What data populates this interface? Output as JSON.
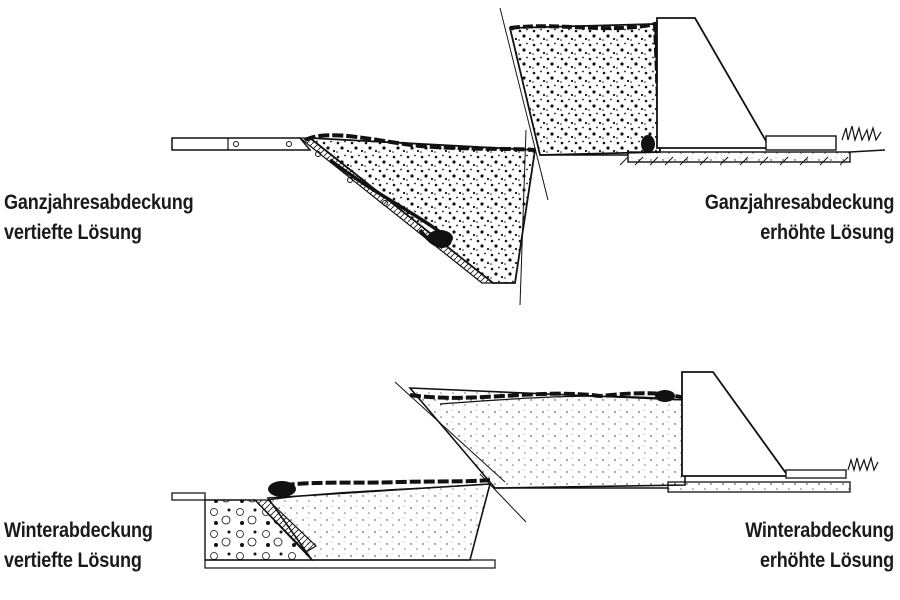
{
  "panels": {
    "top_left": {
      "line1": "Ganzjahresabdeckung",
      "line2": "vertiefte Lösung"
    },
    "top_right": {
      "line1": "Ganzjahresabdeckung",
      "line2": "erhöhte Lösung"
    },
    "bottom_left": {
      "line1": "Winterabdeckung",
      "line2": "vertiefte Lösung"
    },
    "bottom_right": {
      "line1": "Winterabdeckung",
      "line2": "erhöhte Lösung"
    }
  },
  "colors": {
    "ink": "#111111",
    "paper": "#ffffff"
  }
}
